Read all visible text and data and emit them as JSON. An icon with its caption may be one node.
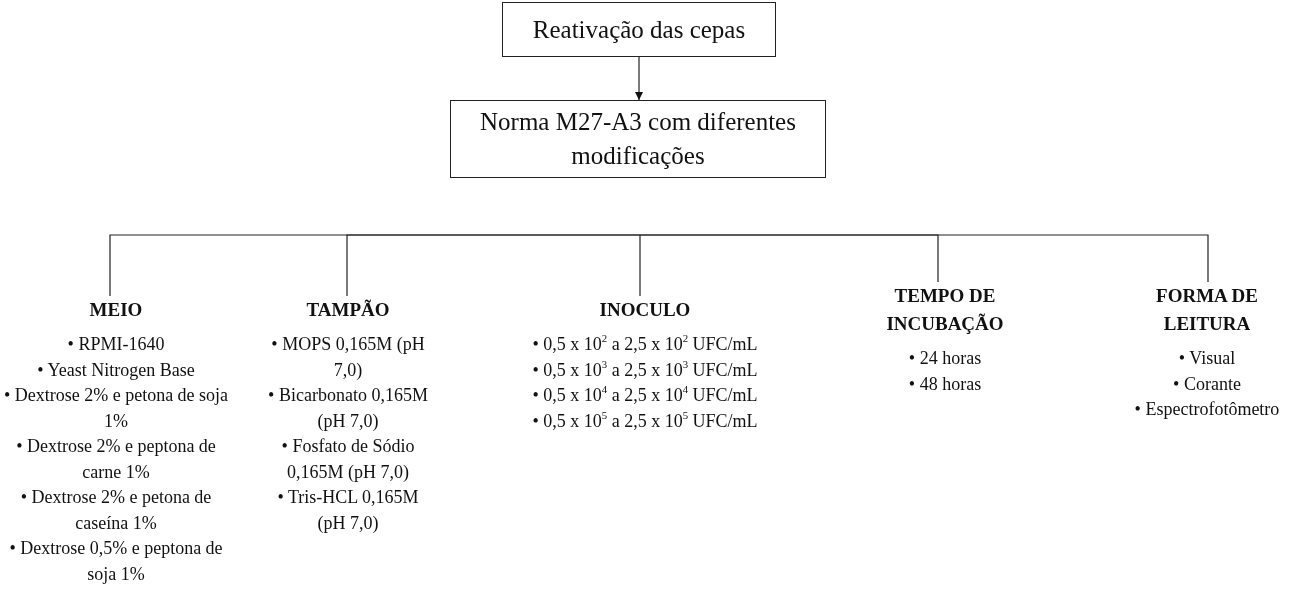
{
  "diagram": {
    "nodes": [
      {
        "text": [
          "Reativação das cepas"
        ]
      },
      {
        "text": [
          "Norma M27-A3 com diferentes modificações"
        ]
      },
      {
        "text": [
          "MEIO",
          "• RPMI-1640",
          "• Yeast Nitrogen Base",
          "• Dextrose 2% e petona de soja 1%",
          "• Dextrose 2% e peptona de carne 1%",
          "• Dextrose 2% e petona de caseína 1%",
          "• Dextrose 0,5% e peptona de soja 1%"
        ]
      },
      {
        "text": [
          "TAMPÃO",
          "• MOPS 0,165M (pH 7,0)",
          "• Bicarbonato 0,165M (pH 7,0)",
          "• Fosfato de Sódio 0,165M (pH 7,0)",
          "• Tris-HCL 0,165M (pH 7,0)"
        ]
      },
      {
        "text": [
          "INOCULO",
          "• 0,5 x 10$^{2}$ a 2,5 x 10$^{2}$ UFC/mL",
          "• 0,5 x 10$^{3}$ a 2,5 x 10$^{3}$ UFC/mL",
          "• 0,5 x 10$^{4}$ a 2,5 x 10$^{4}$ UFC/mL",
          "• 0,5 x 10$^{5}$ a 2,5 x 10$^{5}$ UFC/mL"
        ]
      },
      {
        "text": [
          "TEMPO DE INCUBAÇÃO",
          "• 24 horas",
          "• 48 horas"
        ]
      },
      {
        "text": [
          "FORMA DE LEITURA",
          "• Visual",
          "• Corante",
          "• Espectrofotômetro"
        ]
      }
    ],
    "edges": [
      {
        "from": 0,
        "to": 1,
        "arrow": "to"
      },
      {
        "from": null,
        "to": 2,
        "arrow": "none"
      },
      {
        "from": null,
        "to": 3,
        "arrow": "none"
      },
      {
        "from": null,
        "to": 4,
        "arrow": "none"
      },
      {
        "from": null,
        "to": 5,
        "arrow": "none"
      },
      {
        "from": null,
        "to": 6,
        "arrow": "none"
      }
    ]
  }
}
